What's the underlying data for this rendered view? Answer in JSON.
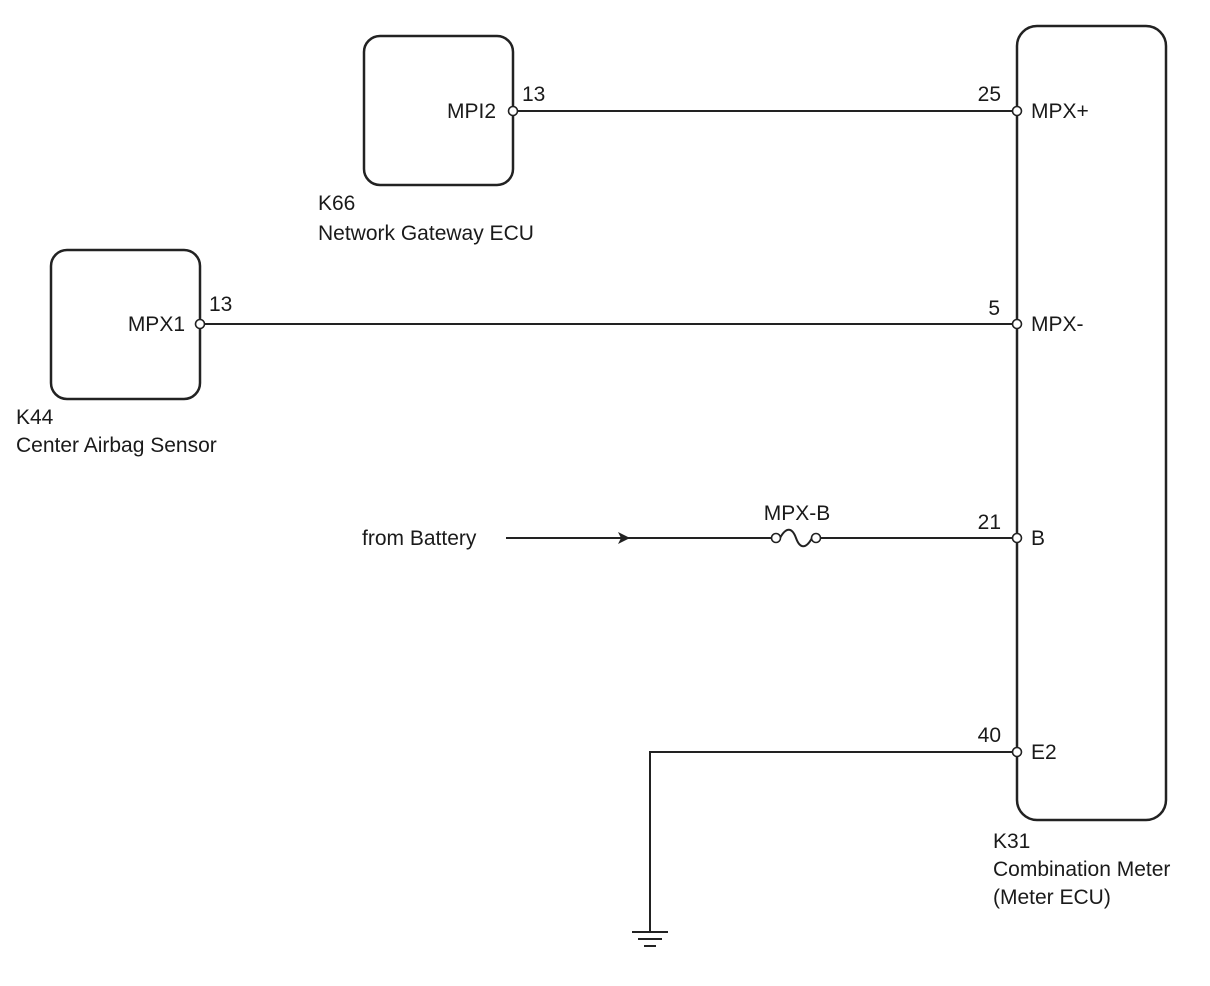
{
  "components": {
    "k66": {
      "id": "K66",
      "name": "Network Gateway ECU",
      "pin_label": "MPI2",
      "pin_number": "13"
    },
    "k44": {
      "id": "K44",
      "name": "Center Airbag Sensor",
      "pin_label": "MPX1",
      "pin_number": "13"
    },
    "k31": {
      "id": "K31",
      "name_line1": "Combination Meter",
      "name_line2": "(Meter ECU)",
      "pins": [
        {
          "label": "MPX+",
          "number": "25"
        },
        {
          "label": "MPX-",
          "number": "5"
        },
        {
          "label": "B",
          "number": "21"
        },
        {
          "label": "E2",
          "number": "40"
        }
      ]
    }
  },
  "battery": {
    "source_label": "from Battery",
    "fuse_label": "MPX-B"
  }
}
